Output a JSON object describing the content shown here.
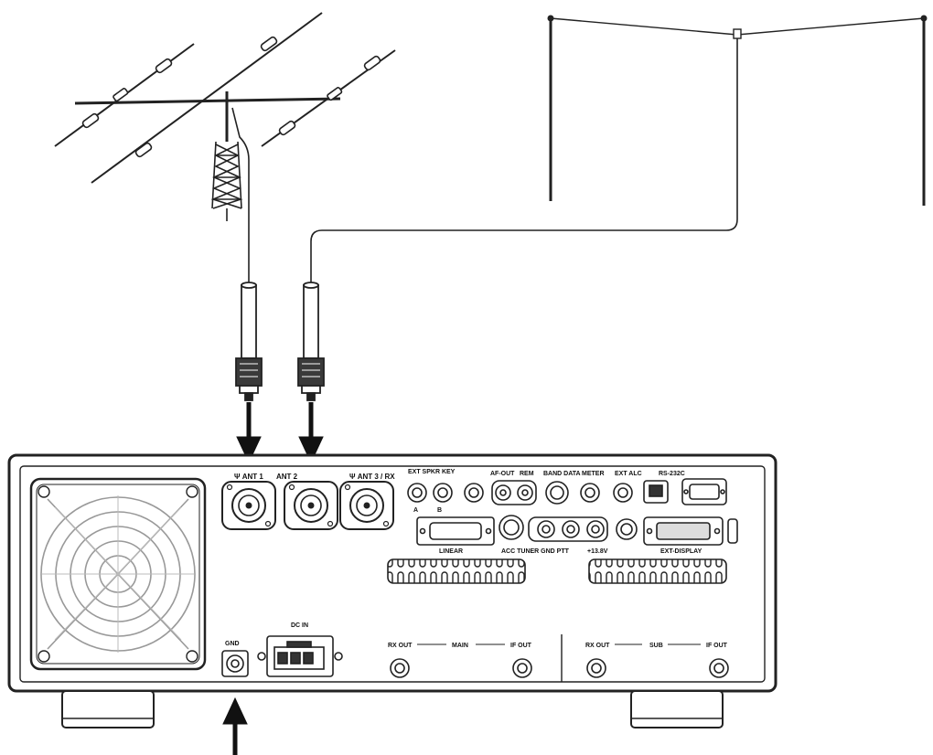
{
  "panel": {
    "ant_labels": [
      "Ψ ANT 1",
      "ANT 2",
      "Ψ ANT 3 / RX"
    ],
    "ext_spkr_key": "EXT SPKR KEY",
    "ab_a": "A",
    "ab_b": "B",
    "af_out": "AF-OUT",
    "rem": "REM",
    "band_data": "BAND DATA",
    "meter": "METER",
    "ext_alc": "EXT ALC",
    "rs232c": "RS-232C",
    "linear": "LINEAR",
    "acc_tuner_gnd_ptt": "ACC  TUNER  GND  PTT",
    "v13_8": "+13.8V",
    "ext_display": "EXT-DISPLAY",
    "gnd": "GND",
    "dc_in": "DC IN",
    "rx_out_main": "RX OUT",
    "main": "MAIN",
    "if_out_main": "IF OUT",
    "rx_out_sub": "RX OUT",
    "sub": "SUB",
    "if_out_sub": "IF OUT"
  }
}
